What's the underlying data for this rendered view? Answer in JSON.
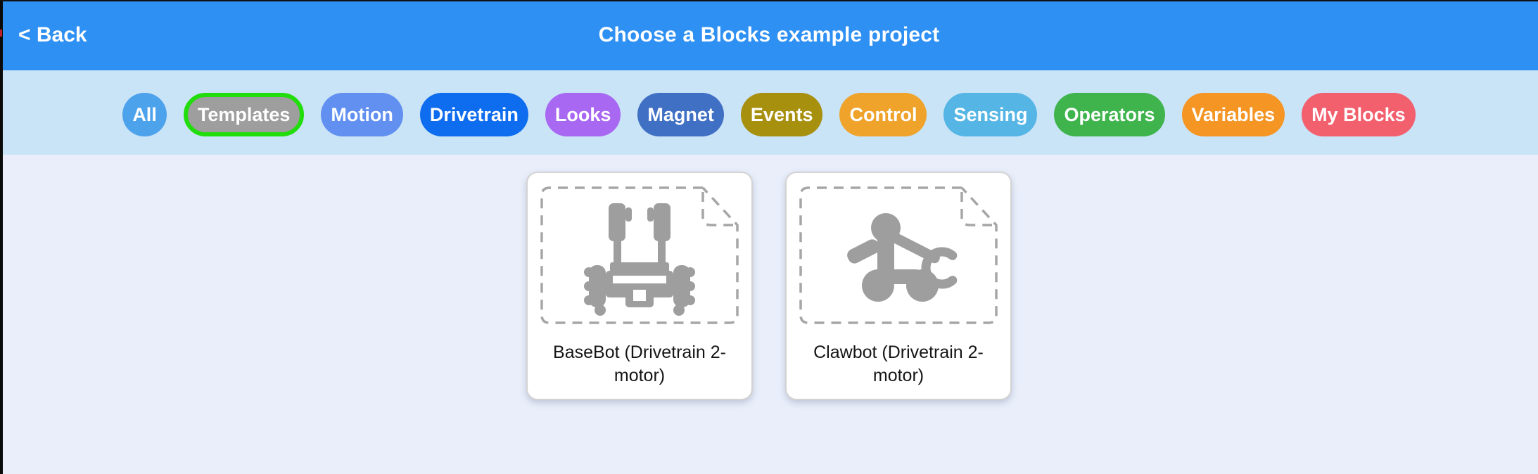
{
  "header": {
    "back_label": "< Back",
    "title": "Choose a Blocks example project",
    "bg_color": "#2e90f2"
  },
  "filters": {
    "strip_bg_color": "#c9e3f7",
    "selected_border_color": "#21dd0c",
    "items": [
      {
        "label": "All",
        "bg": "#4da2ec",
        "selected": false
      },
      {
        "label": "Templates",
        "bg": "#9e9e9e",
        "selected": true
      },
      {
        "label": "Motion",
        "bg": "#6190f0",
        "selected": false
      },
      {
        "label": "Drivetrain",
        "bg": "#0e6cee",
        "selected": false
      },
      {
        "label": "Looks",
        "bg": "#a868f2",
        "selected": false
      },
      {
        "label": "Magnet",
        "bg": "#4070c4",
        "selected": false
      },
      {
        "label": "Events",
        "bg": "#a8900f",
        "selected": false
      },
      {
        "label": "Control",
        "bg": "#efa32b",
        "selected": false
      },
      {
        "label": "Sensing",
        "bg": "#55b5e5",
        "selected": false
      },
      {
        "label": "Operators",
        "bg": "#3fb44d",
        "selected": false
      },
      {
        "label": "Variables",
        "bg": "#f59524",
        "selected": false
      },
      {
        "label": "My Blocks",
        "bg": "#f25f6d",
        "selected": false
      }
    ]
  },
  "projects": [
    {
      "name": "BaseBot (Drivetrain 2-motor)",
      "icon": "basebot-top-view-icon"
    },
    {
      "name": "Clawbot (Drivetrain 2-motor)",
      "icon": "clawbot-side-view-icon"
    }
  ],
  "content": {
    "bg_color": "#e9eefa",
    "icon_color": "#9e9e9e",
    "dashed_frame_color": "#a6a6a6"
  }
}
